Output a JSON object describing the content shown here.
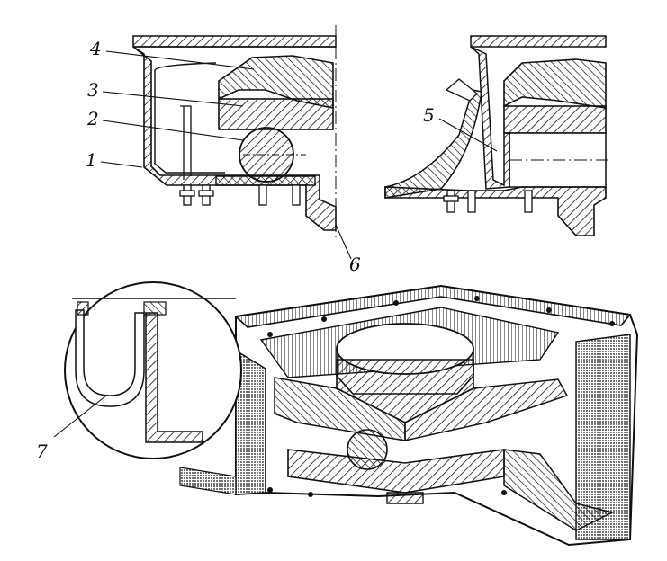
{
  "callouts": [
    {
      "id": "1",
      "label": "1"
    },
    {
      "id": "2",
      "label": "2"
    },
    {
      "id": "3",
      "label": "3"
    },
    {
      "id": "4",
      "label": "4"
    },
    {
      "id": "5",
      "label": "5"
    },
    {
      "id": "6",
      "label": "6"
    },
    {
      "id": "7",
      "label": "7"
    }
  ],
  "colors": {
    "ink": "#111111",
    "paper": "#ffffff"
  }
}
